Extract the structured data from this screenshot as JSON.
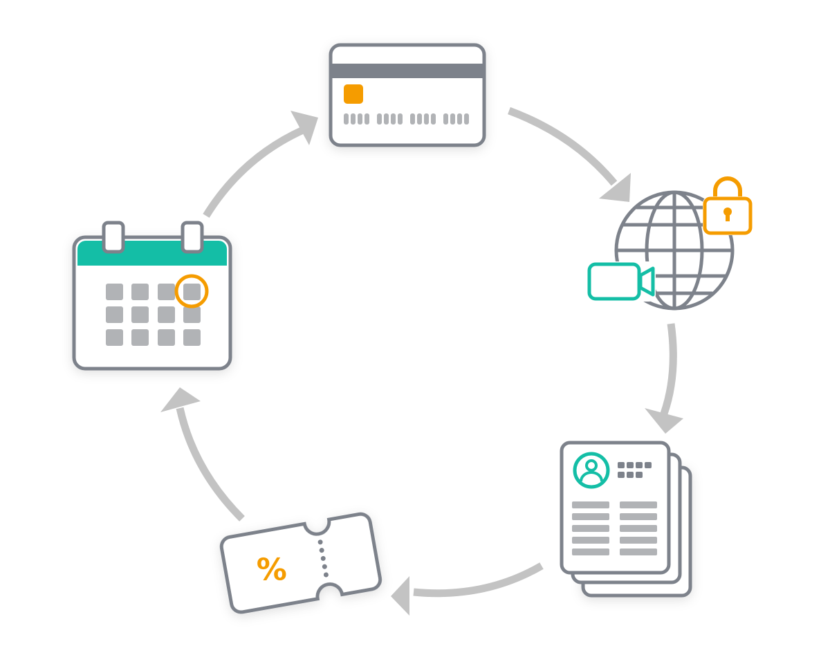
{
  "diagram": {
    "type": "cycle",
    "steps": [
      "calendar",
      "credit-card",
      "secure-online-video",
      "documents",
      "discount-coupon"
    ],
    "coupon": {
      "symbol": "%"
    }
  },
  "colors": {
    "outline": "#7d828b",
    "fill_gray": "#b1b3b6",
    "teal": "#14bea6",
    "orange": "#f59c00",
    "arrow": "#c3c3c3",
    "background": "#ffffff"
  }
}
